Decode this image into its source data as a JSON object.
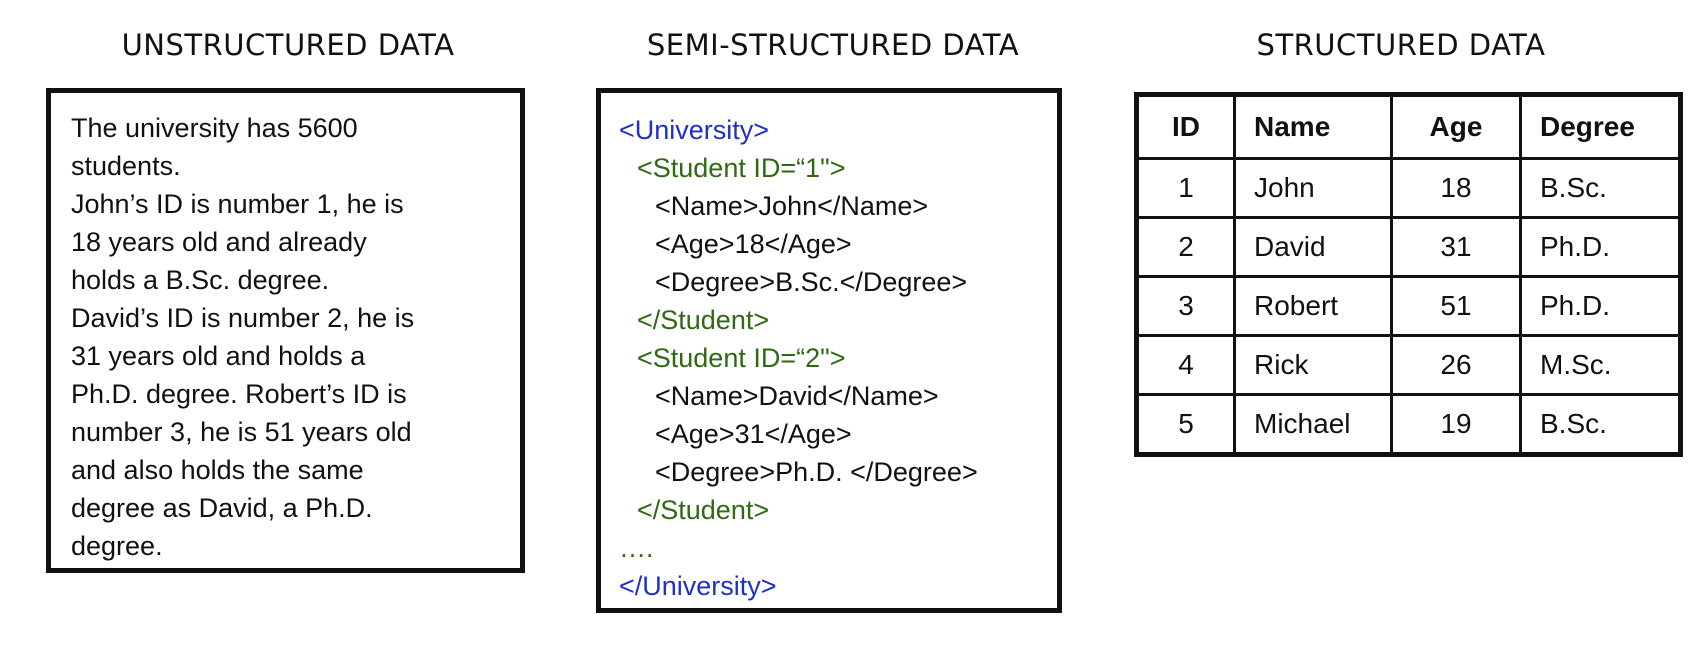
{
  "headings": {
    "unstructured": "UNSTRUCTURED DATA",
    "semi_structured": "SEMI-STRUCTURED DATA",
    "structured": "STRUCTURED DATA"
  },
  "unstructured": {
    "lines": [
      "The university has 5600",
      "students.",
      "John’s ID is number 1, he is",
      "18 years old and already",
      "holds a B.Sc. degree.",
      "David’s ID is number 2, he is",
      "31 years old and holds a",
      "Ph.D. degree. Robert’s ID is",
      "number 3, he is 51 years old",
      "and also holds the same",
      "degree as David, a Ph.D.",
      "degree."
    ]
  },
  "semi_structured": {
    "colors": {
      "root": "#1f2fc8",
      "element": "#2f6a12",
      "field": "#111111"
    },
    "lines": [
      {
        "text": "<University>",
        "level": "root",
        "indent": 0
      },
      {
        "text": "<Student ID=“1\">",
        "level": "element",
        "indent": 1
      },
      {
        "text": "<Name>John</Name>",
        "level": "field",
        "indent": 2
      },
      {
        "text": "<Age>18</Age>",
        "level": "field",
        "indent": 2
      },
      {
        "text": "<Degree>B.Sc.</Degree>",
        "level": "field",
        "indent": 2
      },
      {
        "text": "</Student>",
        "level": "element",
        "indent": 1
      },
      {
        "text": "<Student ID=“2\">",
        "level": "element",
        "indent": 1
      },
      {
        "text": "<Name>David</Name>",
        "level": "field",
        "indent": 2
      },
      {
        "text": "<Age>31</Age>",
        "level": "field",
        "indent": 2
      },
      {
        "text": "<Degree>Ph.D. </Degree>",
        "level": "field",
        "indent": 2
      },
      {
        "text": "</Student>",
        "level": "element",
        "indent": 1
      },
      {
        "text": "….",
        "level": "element",
        "indent": 0
      },
      {
        "text": "</University>",
        "level": "root",
        "indent": 0
      }
    ]
  },
  "structured": {
    "columns": [
      "ID",
      "Name",
      "Age",
      "Degree"
    ],
    "rows": [
      [
        "1",
        "John",
        "18",
        "B.Sc."
      ],
      [
        "2",
        "David",
        "31",
        "Ph.D."
      ],
      [
        "3",
        "Robert",
        "51",
        "Ph.D."
      ],
      [
        "4",
        "Rick",
        "26",
        "M.Sc."
      ],
      [
        "5",
        "Michael",
        "19",
        "B.Sc."
      ]
    ]
  }
}
